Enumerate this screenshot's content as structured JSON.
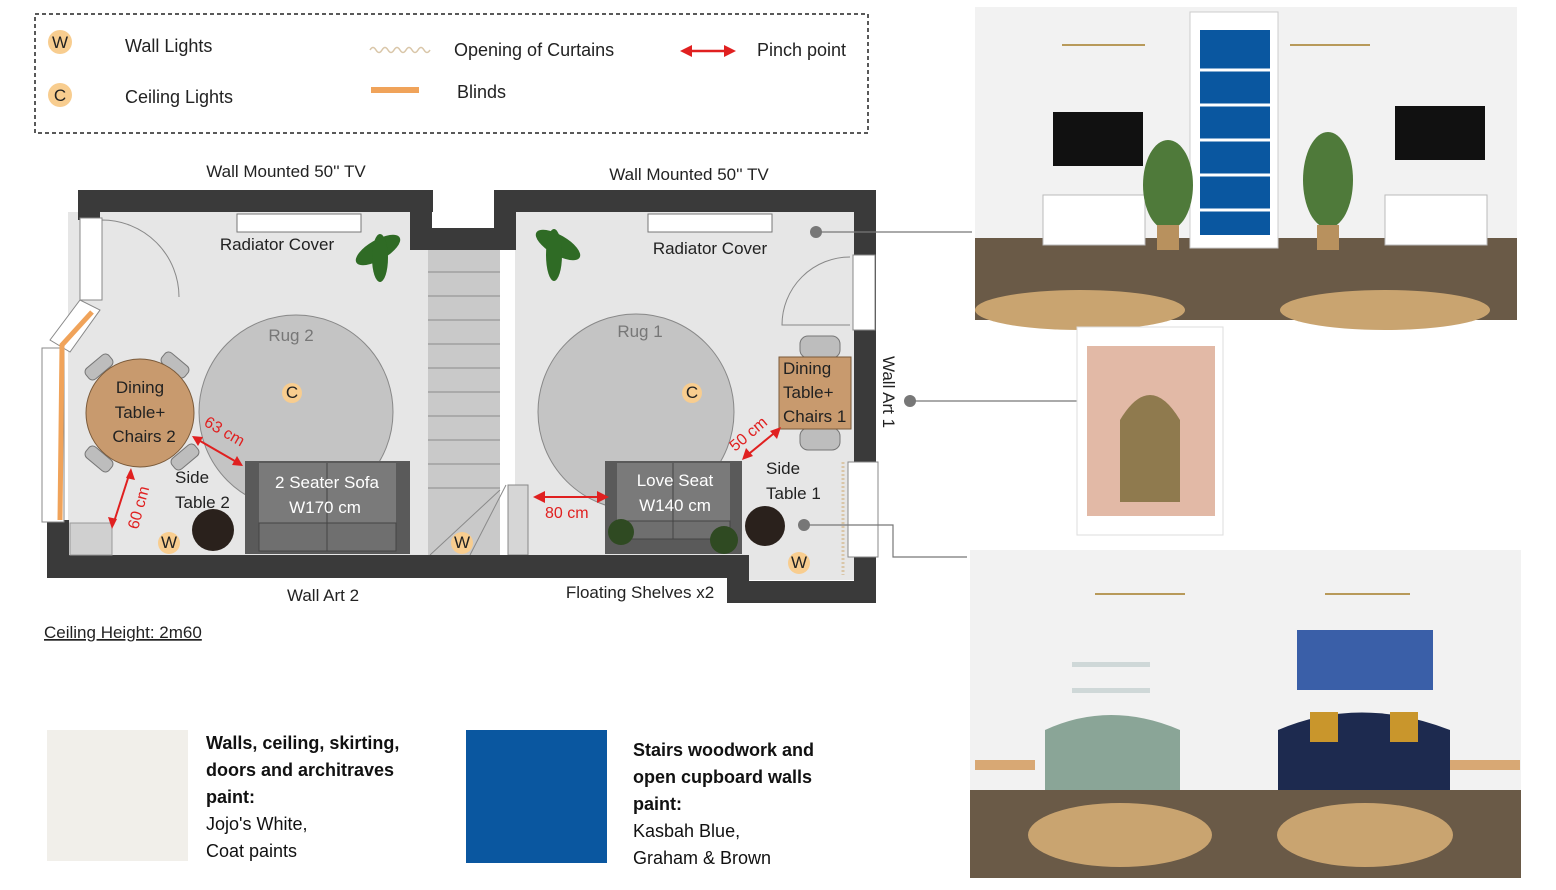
{
  "legend": {
    "wall_lights": {
      "symbol": "W",
      "label": "Wall Lights"
    },
    "ceiling_lights": {
      "symbol": "C",
      "label": "Ceiling Lights"
    },
    "curtains": {
      "label": "Opening of Curtains"
    },
    "blinds": {
      "label": "Blinds"
    },
    "pinch_point": {
      "label": "Pinch point"
    }
  },
  "plan": {
    "tv_left": "Wall Mounted 50'' TV",
    "tv_right": "Wall Mounted 50'' TV",
    "radiator_left": "Radiator Cover",
    "radiator_right": "Radiator Cover",
    "rug2": "Rug 2",
    "rug1": "Rug 1",
    "dining2": [
      "Dining",
      "Table+",
      "Chairs 2"
    ],
    "dining1": [
      "Dining",
      "Table+",
      "Chairs 1"
    ],
    "side2": [
      "Side",
      "Table 2"
    ],
    "side1": [
      "Side",
      "Table 1"
    ],
    "sofa": [
      "2 Seater Sofa",
      "W170 cm"
    ],
    "loveseat": [
      "Love Seat",
      "W140 cm"
    ],
    "dist_63": "63 cm",
    "dist_60": "60 cm",
    "dist_80": "80 cm",
    "dist_50": "50 cm",
    "wall_art_2": "Wall Art 2",
    "wall_art_1": "Wall Art 1",
    "shelves": "Floating Shelves x2",
    "ceiling_height": "Ceiling Height: 2m60",
    "light_c": "C",
    "light_w": "W"
  },
  "swatches": [
    {
      "color": "#f1efea",
      "title": [
        "Walls, ceiling, skirting,",
        "doors and architraves",
        "paint:"
      ],
      "lines": [
        "Jojo's White,",
        "Coat paints"
      ]
    },
    {
      "color": "#0a57a0",
      "title": [
        "Stairs woodwork and",
        "open cupboard walls",
        "paint:"
      ],
      "lines": [
        "Kasbah Blue,",
        "Graham & Brown"
      ]
    }
  ],
  "colors": {
    "wall": "#3a3a3a",
    "floor": "#e6e6e6",
    "rug": "#c4c4c4",
    "wood": "#c89a6e",
    "blinds": "#f0a35a",
    "red": "#e02020",
    "blue": "#0a57a0"
  }
}
